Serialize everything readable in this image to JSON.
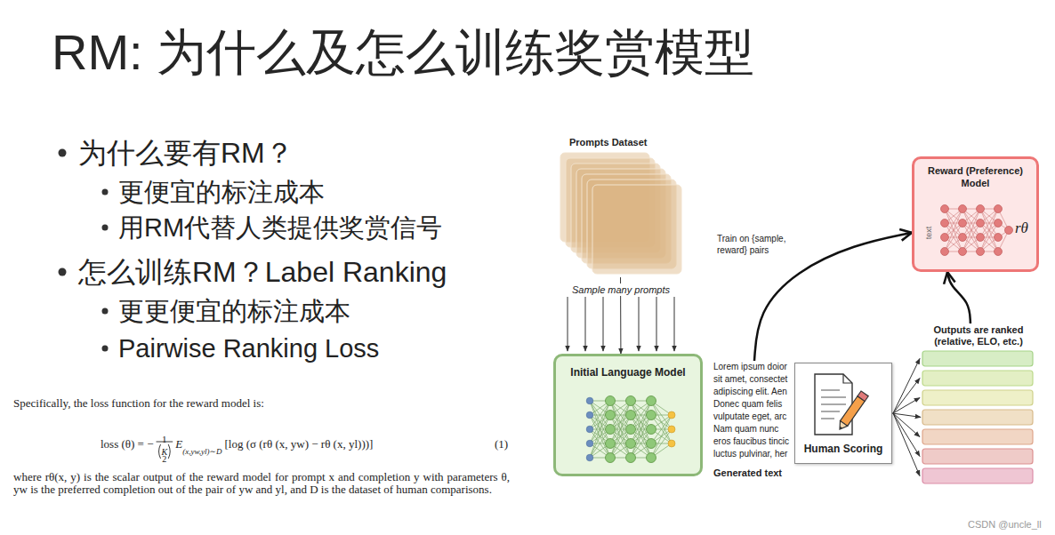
{
  "diagram": {
    "title": "RM: 为什么及怎么训练奖赏模型",
    "nodes": [
      {
        "text": [
          "Prompts Dataset"
        ]
      },
      {
        "text": [
          "Reward (Preference) Model",
          "text",
          "rθ"
        ]
      },
      {
        "text": [
          "Initial Language Model"
        ]
      },
      {
        "text": [
          "Lorem ipsum doior sit amet, consectet adipiscing elit. Aen Donec quam felis vulputate eget, arc Nam quam nunc eros faucibus tincic luctus pulvinar, her",
          "Generated text"
        ]
      },
      {
        "text": [
          "Human Scoring"
        ]
      },
      {
        "text": [
          "Outputs are ranked (relative, ELO, etc.)"
        ]
      }
    ],
    "edges": [
      {
        "from": 0,
        "to": 2,
        "label": "Sample many prompts",
        "arrow": "to"
      },
      {
        "from": 4,
        "to": 5,
        "arrow": "to"
      },
      {
        "from": 3,
        "to": 1,
        "label": "Train on {sample, reward} pairs",
        "arrow": "to"
      },
      {
        "from": 5,
        "to": 1,
        "arrow": "to"
      }
    ],
    "labels": [
      "为什么要有RM？",
      "更便宜的标注成本",
      "用RM代替人类提供奖赏信号",
      "怎么训练RM？Label Ranking",
      "更更便宜的标注成本",
      "Pairwise Ranking Loss",
      "Specifically, the loss function for the reward model is:",
      "loss (θ) = −",
      "1",
      "K",
      "2",
      "E",
      "(x,yw,yl)∼D",
      "[log (σ (rθ (x, yw) − rθ (x, yl)))]",
      "(1)",
      "where rθ(x, y) is the scalar output of the reward model for prompt x and completion y with parameters θ, yw is the preferred completion out of the pair of yw and yl, and D is the dataset of human comparisons.",
      "CSDN @uncle_ll"
    ]
  }
}
